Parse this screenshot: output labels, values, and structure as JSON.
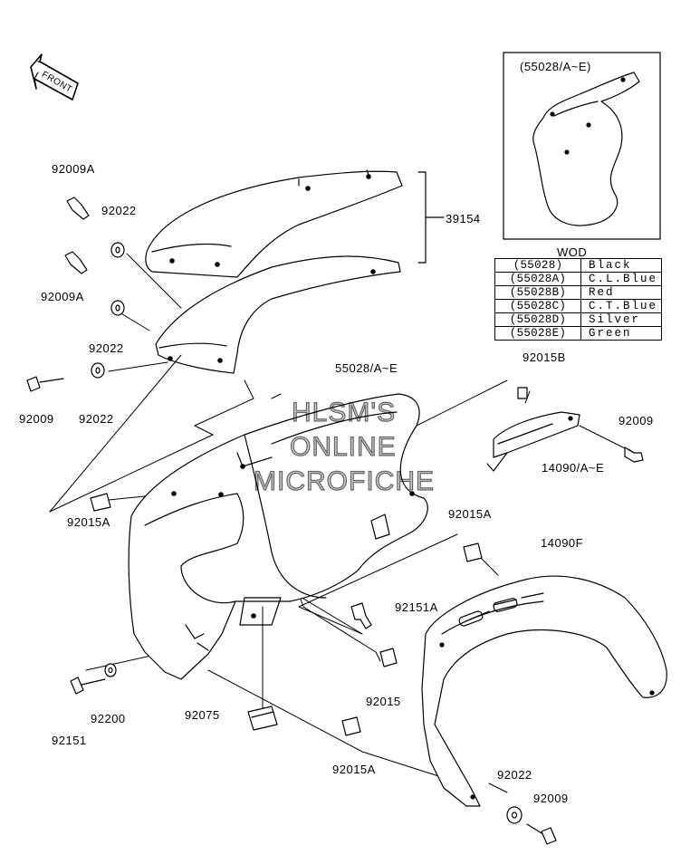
{
  "front_arrow": {
    "text": "FRONT"
  },
  "inset": {
    "title": "(55028/A~E)"
  },
  "wod": {
    "title": "WOD",
    "rows": [
      {
        "code": "(55028)",
        "color": "Black"
      },
      {
        "code": "(55028A)",
        "color": "C.L.Blue"
      },
      {
        "code": "(55028B)",
        "color": "Red"
      },
      {
        "code": "(55028C)",
        "color": "C.T.Blue"
      },
      {
        "code": "(55028D)",
        "color": "Silver"
      },
      {
        "code": "(55028E)",
        "color": "Green"
      }
    ]
  },
  "watermark": {
    "line1": "HLSM'S",
    "line2": "ONLINE",
    "line3": "MICROFICHE"
  },
  "parts": {
    "p92009A_1": "92009A",
    "p92022_1": "92022",
    "p92009A_2": "92009A",
    "p92022_2": "92022",
    "p92009_1": "92009",
    "p92022_3": "92022",
    "p39154": "39154",
    "p55028": "55028/A~E",
    "p92015B": "92015B",
    "p92009_2": "92009",
    "p14090AE": "14090/A~E",
    "p92015A_1": "92015A",
    "p92015A_2": "92015A",
    "p14090F": "14090F",
    "p92151A": "92151A",
    "p92015": "92015",
    "p92075": "92075",
    "p92200": "92200",
    "p92151": "92151",
    "p92015A_3": "92015A",
    "p92022_4": "92022",
    "p92009_3": "92009"
  }
}
